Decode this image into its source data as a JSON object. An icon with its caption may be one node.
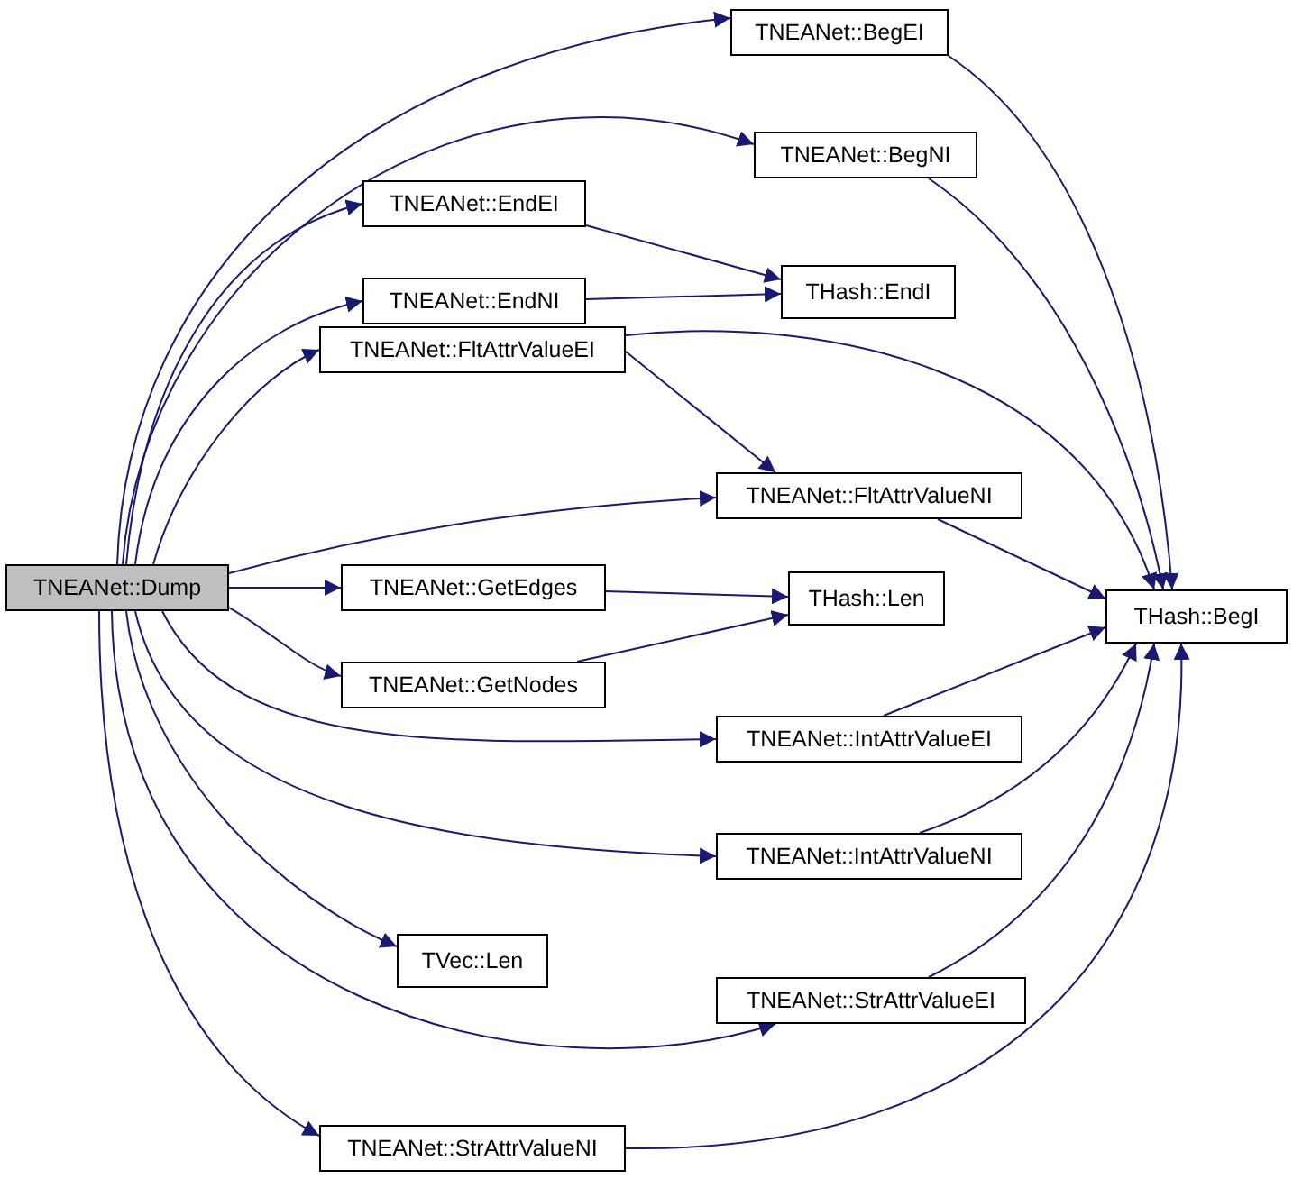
{
  "diagram": {
    "nodes": [
      {
        "text": [
          "TNEANet::Dump"
        ]
      },
      {
        "text": [
          "TNEANet::BegEI"
        ]
      },
      {
        "text": [
          "TNEANet::BegNI"
        ]
      },
      {
        "text": [
          "TNEANet::EndEI"
        ]
      },
      {
        "text": [
          "TNEANet::EndNI"
        ]
      },
      {
        "text": [
          "THash::EndI"
        ]
      },
      {
        "text": [
          "TNEANet::FltAttrValueEI"
        ]
      },
      {
        "text": [
          "TNEANet::FltAttrValueNI"
        ]
      },
      {
        "text": [
          "TNEANet::GetEdges"
        ]
      },
      {
        "text": [
          "THash::Len"
        ]
      },
      {
        "text": [
          "TNEANet::GetNodes"
        ]
      },
      {
        "text": [
          "THash::BegI"
        ]
      },
      {
        "text": [
          "TNEANet::IntAttrValueEI"
        ]
      },
      {
        "text": [
          "TNEANet::IntAttrValueNI"
        ]
      },
      {
        "text": [
          "TVec::Len"
        ]
      },
      {
        "text": [
          "TNEANet::StrAttrValueEI"
        ]
      },
      {
        "text": [
          "TNEANet::StrAttrValueNI"
        ]
      }
    ],
    "edges": [
      {
        "from": 0,
        "to": 1,
        "arrow": "to"
      },
      {
        "from": 0,
        "to": 2,
        "arrow": "to"
      },
      {
        "from": 0,
        "to": 3,
        "arrow": "to"
      },
      {
        "from": 0,
        "to": 4,
        "arrow": "to"
      },
      {
        "from": 0,
        "to": 6,
        "arrow": "to"
      },
      {
        "from": 0,
        "to": 7,
        "arrow": "to"
      },
      {
        "from": 0,
        "to": 8,
        "arrow": "to"
      },
      {
        "from": 0,
        "to": 10,
        "arrow": "to"
      },
      {
        "from": 0,
        "to": 12,
        "arrow": "to"
      },
      {
        "from": 0,
        "to": 13,
        "arrow": "to"
      },
      {
        "from": 0,
        "to": 14,
        "arrow": "to"
      },
      {
        "from": 0,
        "to": 15,
        "arrow": "to"
      },
      {
        "from": 0,
        "to": 16,
        "arrow": "to"
      },
      {
        "from": 1,
        "to": 11,
        "arrow": "to"
      },
      {
        "from": 2,
        "to": 11,
        "arrow": "to"
      },
      {
        "from": 3,
        "to": 5,
        "arrow": "to"
      },
      {
        "from": 4,
        "to": 5,
        "arrow": "to"
      },
      {
        "from": 6,
        "to": 7,
        "arrow": "to"
      },
      {
        "from": 6,
        "to": 11,
        "arrow": "to"
      },
      {
        "from": 7,
        "to": 11,
        "arrow": "to"
      },
      {
        "from": 8,
        "to": 9,
        "arrow": "to"
      },
      {
        "from": 10,
        "to": 9,
        "arrow": "to"
      },
      {
        "from": 12,
        "to": 11,
        "arrow": "to"
      },
      {
        "from": 13,
        "to": 11,
        "arrow": "to"
      },
      {
        "from": 15,
        "to": 11,
        "arrow": "to"
      },
      {
        "from": 16,
        "to": 11,
        "arrow": "to"
      }
    ]
  }
}
